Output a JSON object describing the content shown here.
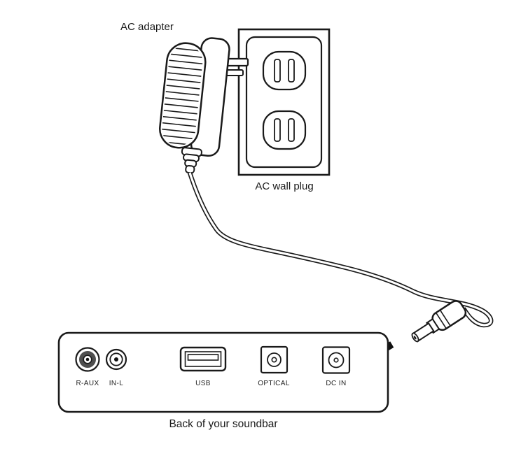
{
  "diagram": {
    "labels": {
      "ac_adapter": "AC adapter",
      "ac_wall_plug": "AC wall plug",
      "soundbar_caption": "Back of your soundbar"
    },
    "ports": {
      "r_aux": "R-AUX",
      "in_l": "IN-L",
      "usb": "USB",
      "optical": "OPTICAL",
      "dc_in": "DC IN"
    },
    "icons": {
      "insert_arrow": "arrow-down-left"
    },
    "colors": {
      "line": "#1a1a1a",
      "jack_ring_fill": "#4f4f4f",
      "background": "#ffffff"
    }
  }
}
